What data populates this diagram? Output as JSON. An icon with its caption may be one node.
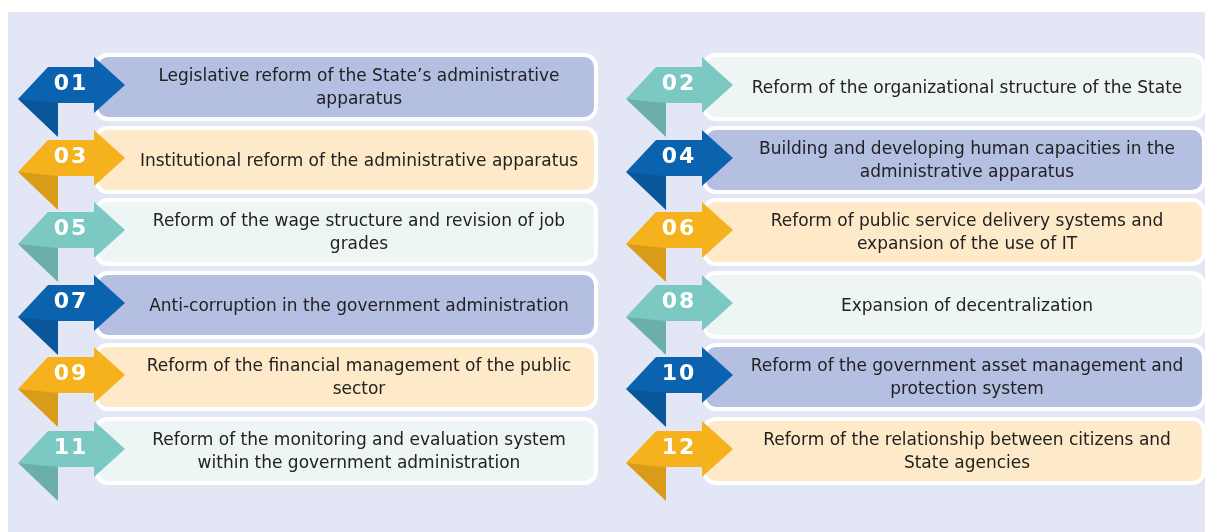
{
  "diagram": {
    "nodes": [
      {
        "text": [
          "01",
          "Legislative reform of the State’s administrative apparatus"
        ]
      },
      {
        "text": [
          "02",
          "Reform of the organizational structure of the State"
        ]
      },
      {
        "text": [
          "03",
          "Institutional reform of the administrative apparatus"
        ]
      },
      {
        "text": [
          "04",
          "Building and developing human capacities in the administrative apparatus"
        ]
      },
      {
        "text": [
          "05",
          "Reform of the wage structure and revision of job grades"
        ]
      },
      {
        "text": [
          "06",
          "Reform of public service delivery systems and expansion of the use of IT"
        ]
      },
      {
        "text": [
          "07",
          "Anti-corruption in the government administration"
        ]
      },
      {
        "text": [
          "08",
          "Expansion of decentralization"
        ]
      },
      {
        "text": [
          "09",
          "Reform of the financial management of the public sector"
        ]
      },
      {
        "text": [
          "10",
          "Reform of the government asset management and protection system"
        ]
      },
      {
        "text": [
          "11",
          "Reform of the monitoring and evaluation system within the government administration"
        ]
      },
      {
        "text": [
          "12",
          "Reform of the relationship between citizens and State agencies"
        ]
      }
    ]
  }
}
